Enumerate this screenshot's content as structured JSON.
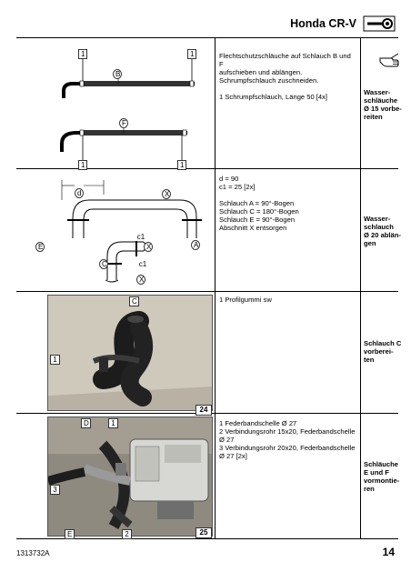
{
  "header": {
    "title": "Honda CR-V"
  },
  "sections": [
    {
      "text_lines": [
        "Flechtschutzschläuche auf Schlauch B und F",
        "aufschieben und ablängen.",
        "Schrumpfschlauch zuschneiden.",
        "",
        "1  Schrumpfschlauch, Länge 50 [4x]"
      ],
      "side_label": [
        "Wasser-",
        "schläuche",
        "Ø 15 vorbe-",
        "reiten"
      ],
      "callouts": [
        "1",
        "1",
        "B",
        "F",
        "1",
        "1"
      ]
    },
    {
      "text_lines": [
        "d   = 90",
        "c1 = 25 [2x]",
        "",
        "Schlauch A =   90°-Bogen",
        "Schlauch C = 180°-Bogen",
        "Schlauch E =   90°-Bogen",
        "Abschnitt X entsorgen"
      ],
      "side_label": [
        "Wasser-",
        "schlauch",
        "Ø 20 ablän-",
        "gen"
      ],
      "callouts": [
        "d",
        "X",
        "c1",
        "X",
        "E",
        "A",
        "C",
        "c1",
        "X"
      ]
    },
    {
      "text_lines": [
        "1  Profilgummi sw"
      ],
      "side_label": [
        "Schlauch C",
        "vorberei-",
        "ten"
      ],
      "callouts": [
        "C",
        "1"
      ],
      "photo_number": "24"
    },
    {
      "text_lines": [
        "1  Federbandschelle Ø 27",
        "2  Verbindungsrohr 15x20, Federbandschelle",
        "    Ø 27",
        "3  Verbindungsrohr 20x20, Federbandschelle",
        "    Ø 27 [2x]"
      ],
      "side_label": [
        "Schläuche",
        "E und F",
        "vormontie-",
        "ren"
      ],
      "callouts": [
        "D",
        "1",
        "3",
        "E",
        "2"
      ],
      "photo_number": "25"
    }
  ],
  "footer": {
    "doc_code": "1313732A",
    "page_number": "14"
  },
  "icons": [
    "wrench-icon",
    "pointing-hand-icon"
  ]
}
